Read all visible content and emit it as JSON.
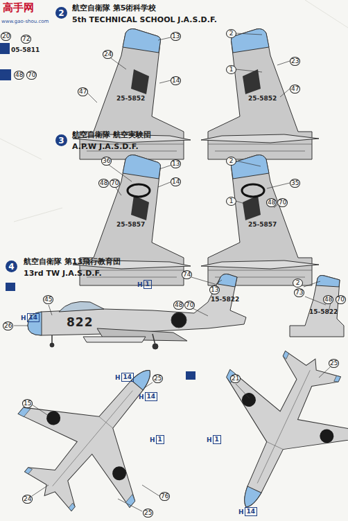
{
  "diagram": {
    "nodes": [
      {
        "text": [
          "2"
        ]
      },
      {
        "text": [
          "3"
        ]
      },
      {
        "text": [
          "4"
        ]
      },
      {
        "text": [
          "H",
          "1"
        ]
      },
      {
        "text": [
          "H",
          "14"
        ]
      },
      {
        "text": [
          "H",
          "14"
        ]
      },
      {
        "text": [
          "H",
          "14"
        ]
      },
      {
        "text": [
          "H",
          "1"
        ]
      },
      {
        "text": [
          "H",
          "1"
        ]
      },
      {
        "text": [
          "H",
          "14"
        ]
      }
    ],
    "labels": [
      "高手网",
      "www.gao-shou.com",
      "20",
      "72",
      "05-5811",
      "48",
      "70",
      "航空自衛隊 第5術科学校",
      "5th TECHNICAL SCHOOL J.A.S.D.F.",
      "24",
      "13",
      "14",
      "47",
      "25-5852",
      "2",
      "23",
      "1",
      "47",
      "25-5852",
      "航空自衛隊 航空実験団",
      "A.P.W J.A.S.D.F.",
      "36",
      "13",
      "14",
      "48",
      "70",
      "25-5857",
      "2",
      "35",
      "1",
      "48",
      "70",
      "25-5857",
      "航空自衛隊 第13飛行教育団",
      "13rd TW J.A.S.D.F.",
      "74",
      "13",
      "48",
      "70",
      "15-5822",
      "2",
      "73",
      "48",
      "70",
      "15-5822",
      "45",
      "822",
      "26",
      "15",
      "25",
      "24",
      "25",
      "76",
      "21",
      "25"
    ]
  }
}
